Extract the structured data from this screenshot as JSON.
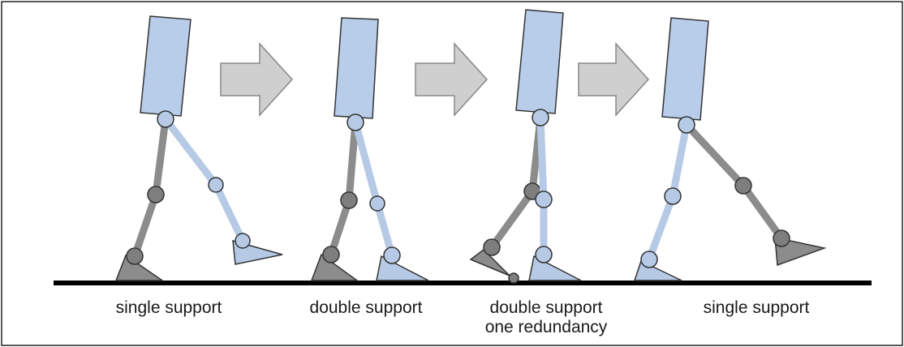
{
  "colors": {
    "light_blue": "#b6cae6",
    "torso_fill": "#b8cde9",
    "dark_grey": "#8c8c8c",
    "joint_grey": "#7e7e7e",
    "arrow_grey": "#cfcfcf",
    "ground": "#000000",
    "outline": "#2a2a2a"
  },
  "phases": [
    {
      "caption_lines": [
        "single support"
      ]
    },
    {
      "caption_lines": [
        "double support"
      ]
    },
    {
      "caption_lines": [
        "double support",
        "one redundancy"
      ]
    },
    {
      "caption_lines": [
        "single support"
      ]
    }
  ]
}
